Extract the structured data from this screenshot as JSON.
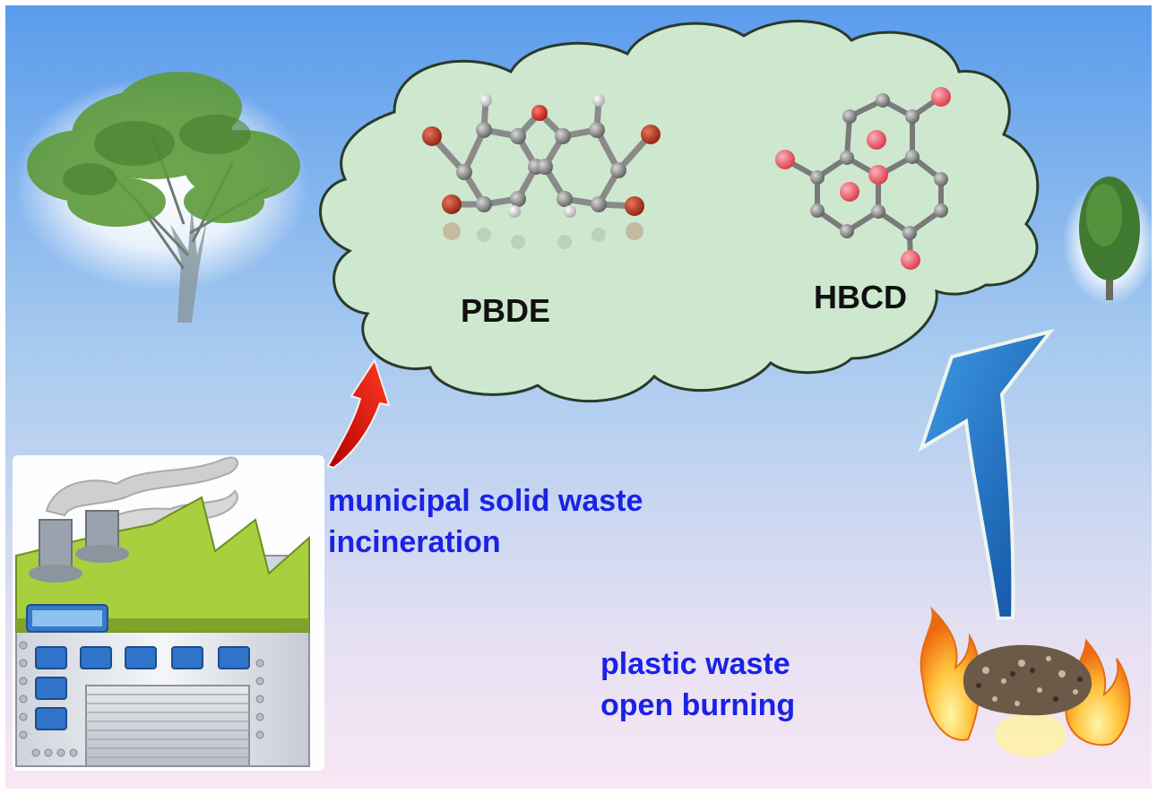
{
  "diagram": {
    "molecules": {
      "pbde": {
        "label": "PBDE"
      },
      "hbcd": {
        "label": "HBCD"
      }
    },
    "sources": {
      "incineration": {
        "line1": "municipal solid waste",
        "line2": "incineration"
      },
      "open_burning": {
        "line1": "plastic waste",
        "line2": "open burning"
      }
    }
  },
  "colors": {
    "sky_top": "#5fa3ee",
    "sky_bottom": "#f6e6f3",
    "cloud_fill": "#cde8cf",
    "cloud_stroke": "#2a3a2a",
    "label_blue": "#1a22e6",
    "arrow_red": "#e01010",
    "arrow_blue": "#1f6fc0",
    "factory_roof": "#9cc83a",
    "bromine": "#b0331c",
    "hbcd_atom": "#e84a5a",
    "carbon": "#8a8a8a",
    "oxygen": "#d8231c"
  },
  "icons": [
    "tree-left-icon",
    "tree-right-icon",
    "factory-icon",
    "burning-waste-icon",
    "red-arrow-icon",
    "blue-arrow-icon"
  ]
}
